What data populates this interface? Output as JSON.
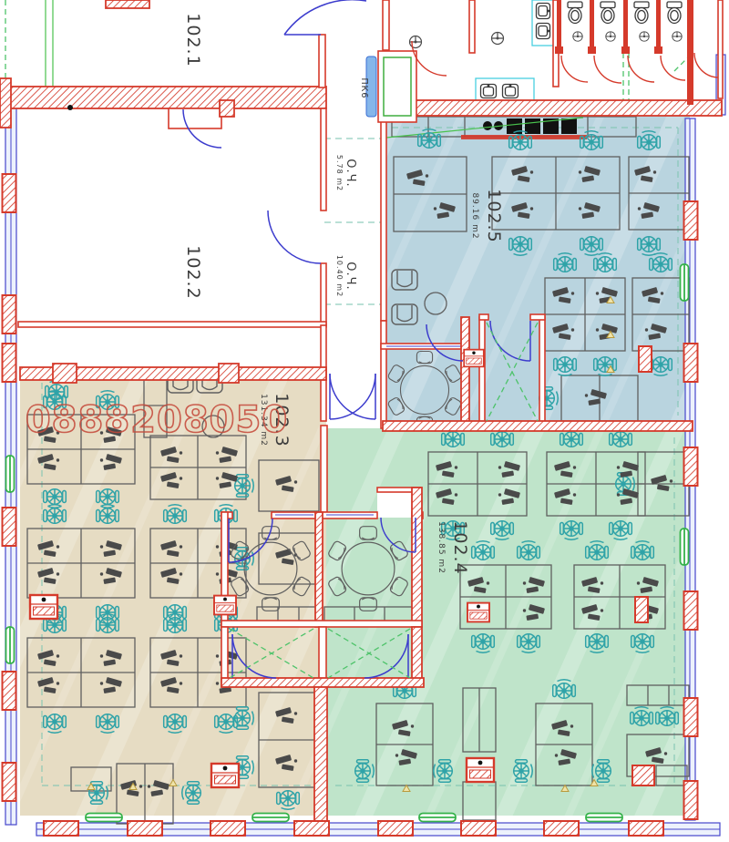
{
  "watermark": "0888208050",
  "rooms": {
    "r1021": {
      "name": "102.1"
    },
    "r1022": {
      "name": "102.2"
    },
    "r1023": {
      "name": "102.3",
      "area": "131.34 m2"
    },
    "r1024": {
      "name": "102.4",
      "area": "138.85 m2"
    },
    "r1025": {
      "name": "102.5",
      "area": "89.16 m2"
    },
    "och_top": {
      "name": "О.Ч.",
      "area": "5.78 m2"
    },
    "och_mid": {
      "name": "О.Ч.",
      "area": "10.40 m2"
    },
    "pk6": {
      "name": "ПК6"
    }
  },
  "colors": {
    "zone_blue": "#b9d4df",
    "zone_green": "#bfe4ca",
    "zone_tan": "#e6dcc3",
    "wall_red": "#d53a2b",
    "door_blue": "#3c3ccd",
    "window_blue": "#4646cc",
    "chair_teal": "#2fa3a8",
    "accent_green": "#3fae3f",
    "watermark_red": "#c64b3c"
  }
}
